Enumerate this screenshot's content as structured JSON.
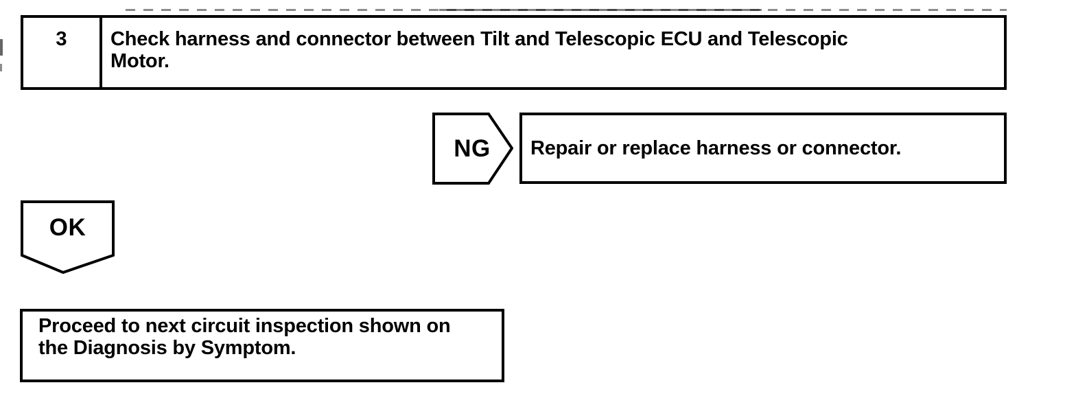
{
  "colors": {
    "ink": "#000000",
    "paper": "#ffffff"
  },
  "flowchart": {
    "step_number": "3",
    "step_instruction": "Check harness and connector between Tilt and Telescopic ECU and Telescopic\nMotor.",
    "ng_label": "NG",
    "ng_action": "Repair or replace harness or connector.",
    "ok_label": "OK",
    "ok_action": "Proceed to next circuit inspection shown on\nthe Diagnosis by Symptom."
  }
}
